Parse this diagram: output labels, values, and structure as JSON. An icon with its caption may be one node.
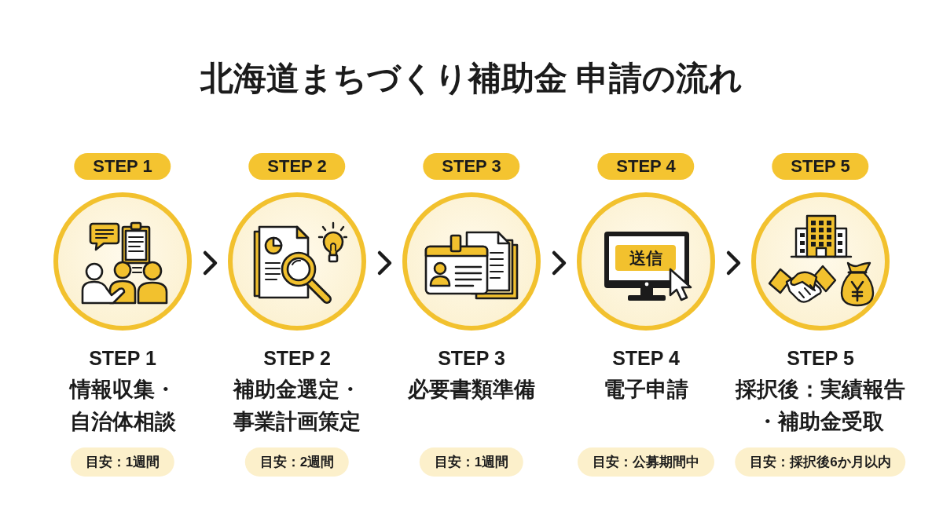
{
  "diagram": {
    "title": "北海道まちづくり補助金 申請の流れ",
    "nodes": [
      {
        "text": [
          "STEP 1"
        ]
      },
      {
        "text": [],
        "shape": "circle",
        "beside": [
          "STEP 1",
          "情報収集・自治体相談"
        ]
      },
      {
        "text": [
          "目安：1週間"
        ]
      },
      {
        "text": [
          "STEP 2"
        ]
      },
      {
        "text": [],
        "shape": "circle",
        "beside": [
          "STEP 2",
          "補助金選定・事業計画策定"
        ]
      },
      {
        "text": [
          "目安：2週間"
        ]
      },
      {
        "text": [
          "STEP 3"
        ]
      },
      {
        "text": [],
        "shape": "circle",
        "beside": [
          "STEP 3",
          "必要書類準備"
        ]
      },
      {
        "text": [
          "目安：1週間"
        ]
      },
      {
        "text": [
          "STEP 4"
        ]
      },
      {
        "text": [],
        "shape": "circle",
        "beside": [
          "STEP 4",
          "電子申請"
        ]
      },
      {
        "text": [
          "目安：公募期間中"
        ]
      },
      {
        "text": [
          "STEP 5"
        ]
      },
      {
        "text": [],
        "shape": "circle",
        "beside": [
          "STEP 5",
          "採択後：実績報告・補助金受取"
        ]
      },
      {
        "text": [
          "目安：採択後6か月以内"
        ]
      }
    ],
    "edges": [
      {
        "from": 1,
        "to": 4,
        "arrow": "to"
      },
      {
        "from": 4,
        "to": 7,
        "arrow": "to"
      },
      {
        "from": 7,
        "to": 10,
        "arrow": "to"
      },
      {
        "from": 10,
        "to": 13,
        "arrow": "to"
      }
    ],
    "labels": [
      "送信"
    ]
  }
}
